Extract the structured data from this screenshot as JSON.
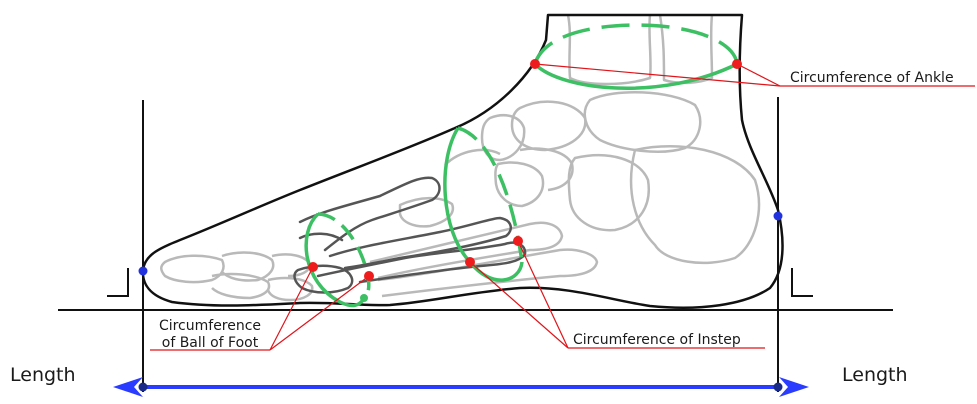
{
  "labels": {
    "ankle": "Circumference of Ankle",
    "instep": "Circumference of Instep",
    "ball_line1": "Circumference",
    "ball_line2": "of Ball of Foot",
    "length_left": "Length",
    "length_right": "Length"
  },
  "colors": {
    "outline": "#111111",
    "bones": "#b9b9b9",
    "metatarsal": "#555555",
    "measure_ring": "#3cc063",
    "point": "#ee1c1c",
    "leader": "#e0141a",
    "length_arrow": "#2a3cff",
    "end_point": "#2233dd"
  }
}
